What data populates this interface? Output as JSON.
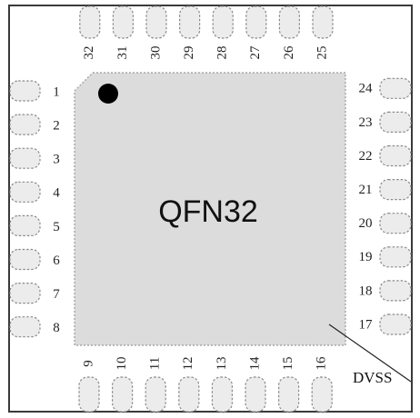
{
  "package_label": "QFN32",
  "callout_label": "DVSS",
  "pins": {
    "left": [
      "1",
      "2",
      "3",
      "4",
      "5",
      "6",
      "7",
      "8"
    ],
    "bottom": [
      "9",
      "10",
      "11",
      "12",
      "13",
      "14",
      "15",
      "16"
    ],
    "right": [
      "17",
      "18",
      "19",
      "20",
      "21",
      "22",
      "23",
      "24"
    ],
    "top": [
      "25",
      "26",
      "27",
      "28",
      "29",
      "30",
      "31",
      "32"
    ]
  },
  "colors": {
    "outline": "#3a3a3a",
    "body_fill": "#dcdcdc",
    "pad_fill": "#ececec",
    "pin1_dot": "#000000"
  }
}
